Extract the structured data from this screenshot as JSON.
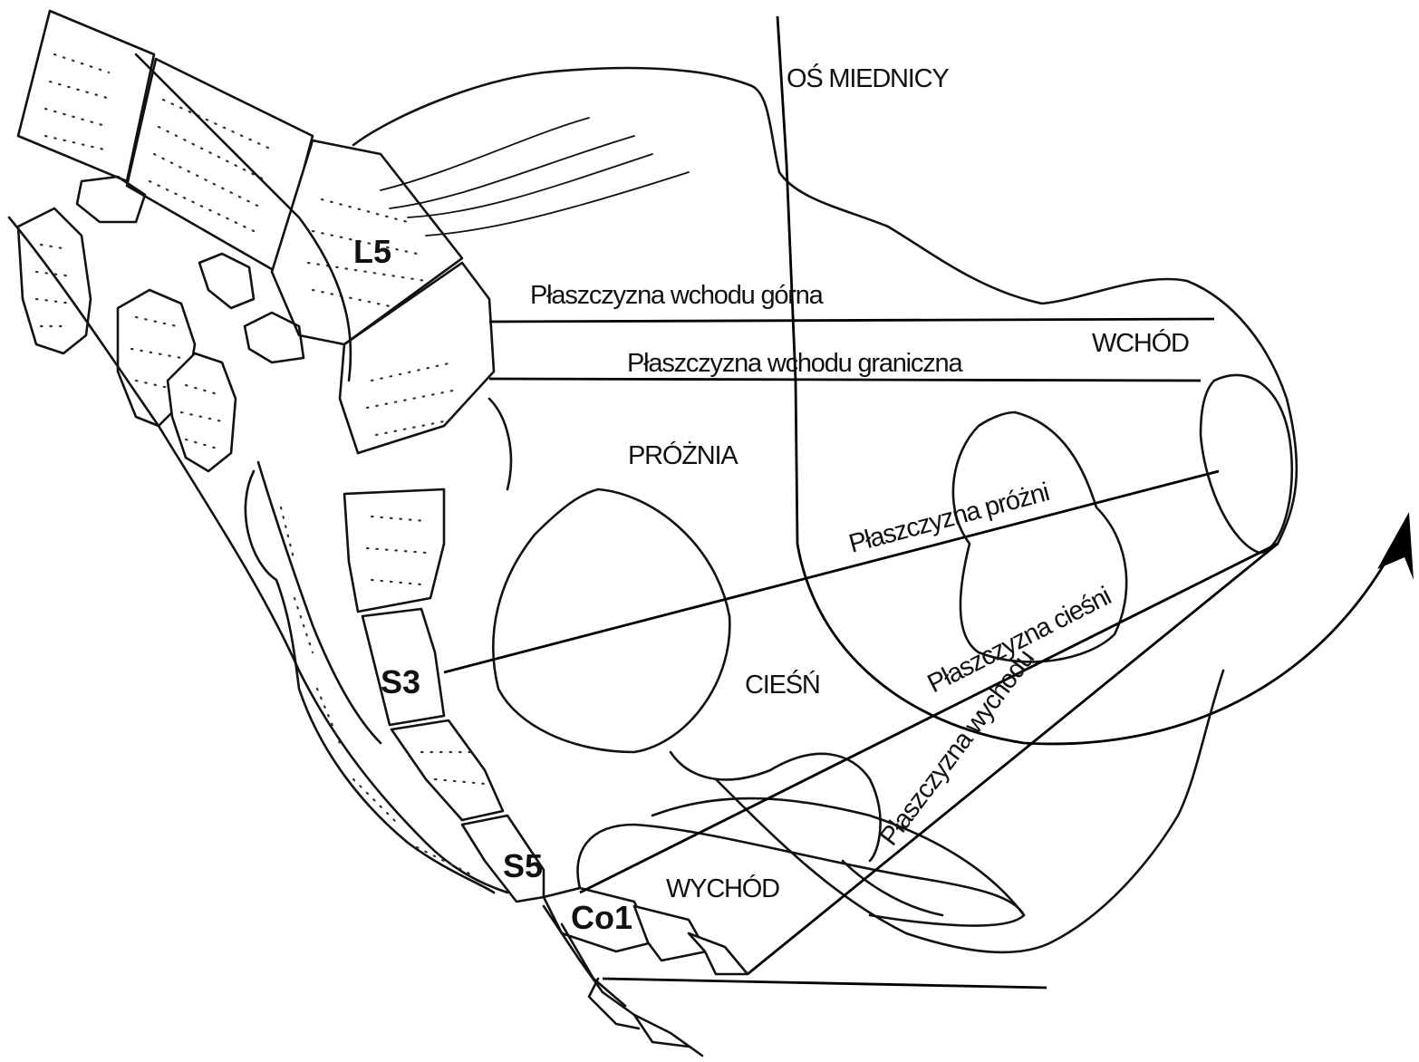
{
  "labels": {
    "pelvic_axis": "OŚ MIEDNICY",
    "inlet_upper_plane": "Płaszczyzna wchodu górna",
    "inlet_boundary_plane": "Płaszczyzna wchodu graniczna",
    "inlet": "WCHÓD",
    "cavity": "PRÓŻNIA",
    "cavity_plane": "Płaszczyzna próżni",
    "strait_plane": "Płaszczyzna cieśni",
    "outlet_plane": "Płaszczyzna wychodu",
    "strait": "CIEŚŃ",
    "outlet": "WYCHÓD"
  },
  "vertebrae": {
    "l5": "L5",
    "s3": "S3",
    "s5": "S5",
    "co1": "Co1"
  }
}
